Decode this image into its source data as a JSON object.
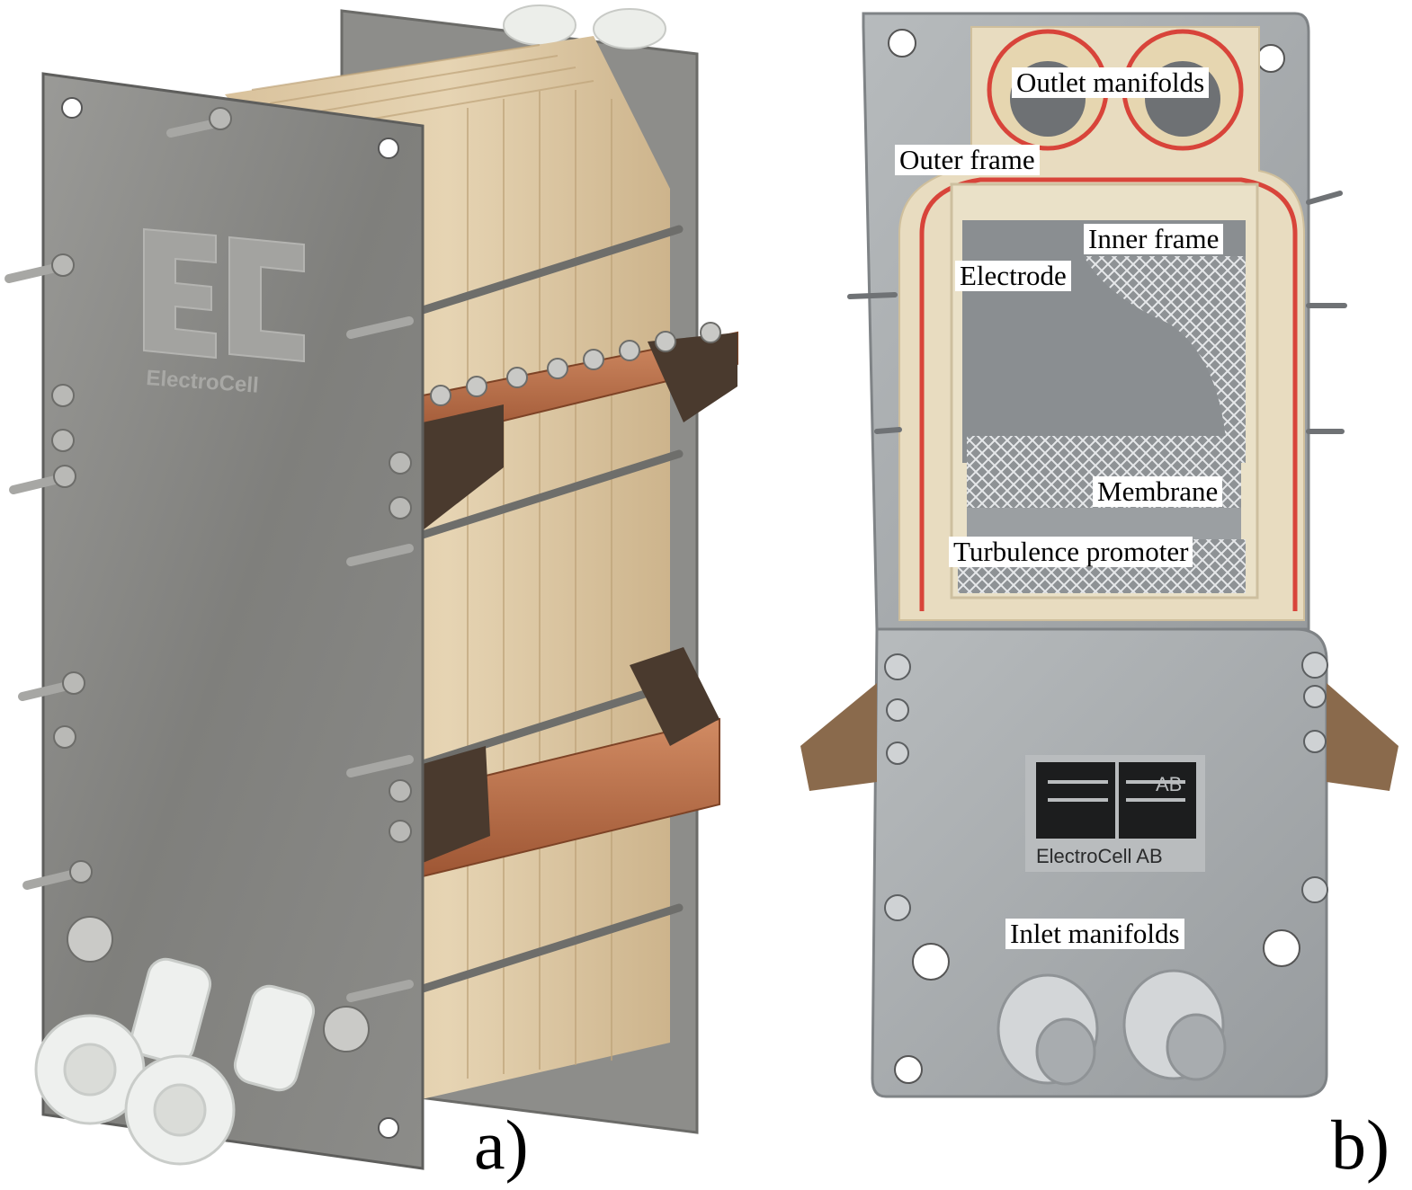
{
  "panel_a": {
    "letter": "a)",
    "logo_text": "ElectroCell"
  },
  "panel_b": {
    "letter": "b)",
    "logo_text": "ElectroCell AB",
    "logo_badge": "AB",
    "labels": {
      "outlet_manifolds": "Outlet manifolds",
      "outer_frame": "Outer frame",
      "inner_frame": "Inner frame",
      "electrode": "Electrode",
      "membrane": "Membrane",
      "turbulence_promoter": "Turbulence promoter",
      "inlet_manifolds": "Inlet manifolds"
    }
  },
  "colors": {
    "steel": "#8a8a88",
    "steel_dark": "#5e5e5c",
    "copper": "#b86e47",
    "frame_cream": "#e8dcc0",
    "gasket_red": "#d8443a",
    "plastic_white": "#eef0ee",
    "plate_aluminium": "#a9adb0"
  }
}
